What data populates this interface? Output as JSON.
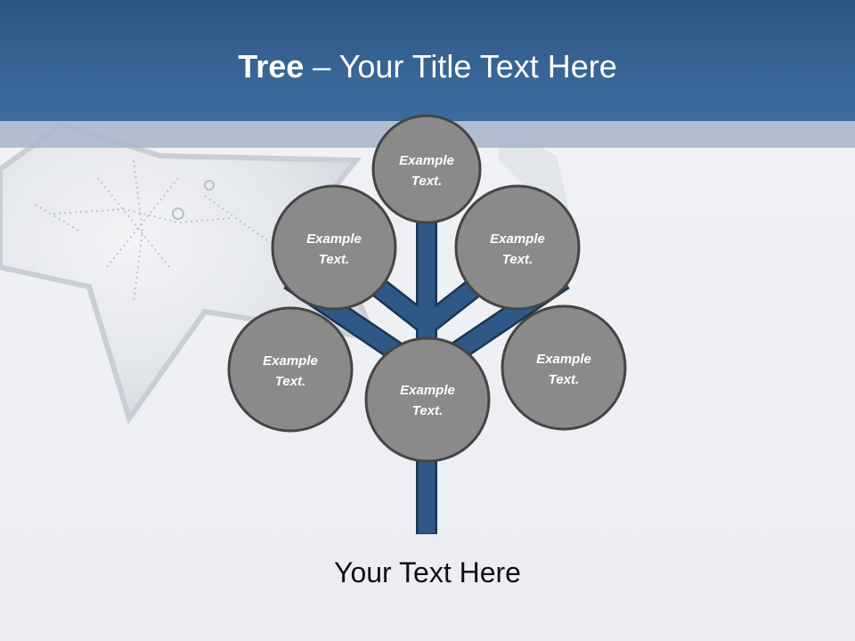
{
  "slide": {
    "title_bold": "Tree",
    "title_rest": " – Your Title Text Here",
    "caption": "Your Text Here"
  },
  "nodes": [
    {
      "id": "top",
      "line1": "Example",
      "line2": "Text."
    },
    {
      "id": "upper-left",
      "line1": "Example",
      "line2": "Text."
    },
    {
      "id": "upper-right",
      "line1": "Example",
      "line2": "Text."
    },
    {
      "id": "lower-left",
      "line1": "Example",
      "line2": "Text."
    },
    {
      "id": "center",
      "line1": "Example",
      "line2": "Text."
    },
    {
      "id": "lower-right",
      "line1": "Example",
      "line2": "Text."
    }
  ],
  "colors": {
    "header": "#2f5a88",
    "trunk": "#2e5886",
    "trunk_outline": "#1b3554",
    "node_fill": "#8a8a8a",
    "node_stroke": "#454545",
    "text": "#ffffff"
  }
}
